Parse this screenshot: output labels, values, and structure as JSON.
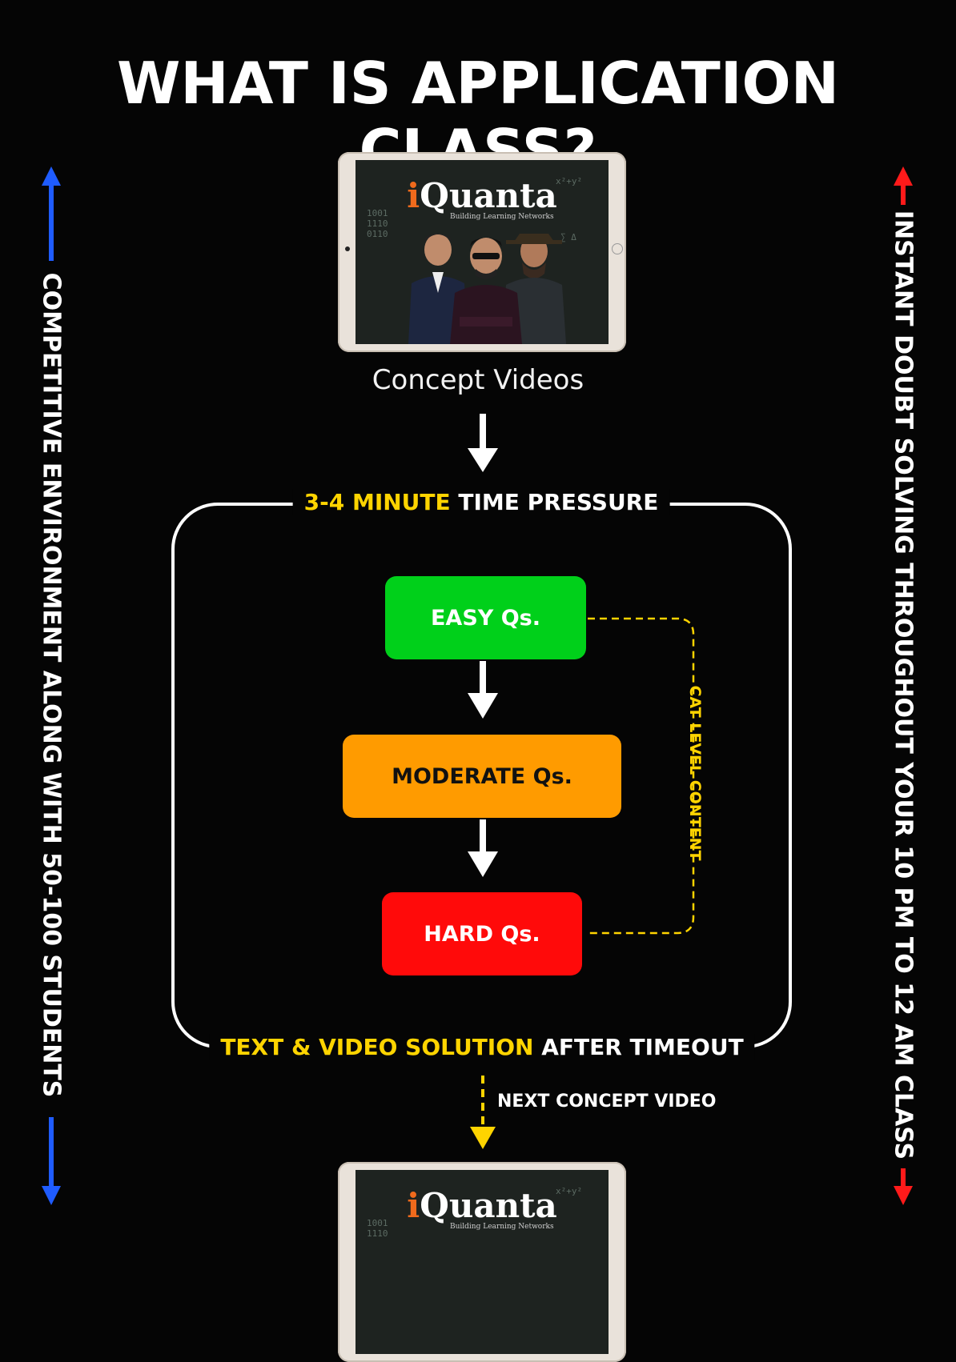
{
  "title": "WHAT IS APPLICATION CLASS?",
  "tablet": {
    "brand_i": "i",
    "brand_rest": "Quanta",
    "tagline": "Building Learning Networks"
  },
  "concept_caption": "Concept Videos",
  "loop": {
    "top_highlight": "3-4 MINUTE",
    "top_rest": "TIME PRESSURE",
    "bottom_highlight": "TEXT & VIDEO SOLUTION",
    "bottom_rest": "AFTER TIMEOUT"
  },
  "steps": {
    "easy": "EASY Qs.",
    "moderate": "MODERATE Qs.",
    "hard": "HARD Qs."
  },
  "cat_label": "CAT LEVEL CONTENT",
  "next_label": "NEXT CONCEPT VIDEO",
  "side_left": "COMPETITIVE ENVIRONMENT ALONG WITH 50-100 STUDENTS",
  "side_right": "INSTANT DOUBT SOLVING THROUGHOUT YOUR 10 PM TO 12 AM CLASS",
  "colors": {
    "background": "#050505",
    "easy": "#00d01a",
    "moderate": "#ff9b00",
    "hard": "#ff0a0a",
    "highlight": "#ffd400",
    "left_arrow": "#1f5cff",
    "right_arrow": "#ff1a1a",
    "brand_i": "#f06a1c"
  }
}
